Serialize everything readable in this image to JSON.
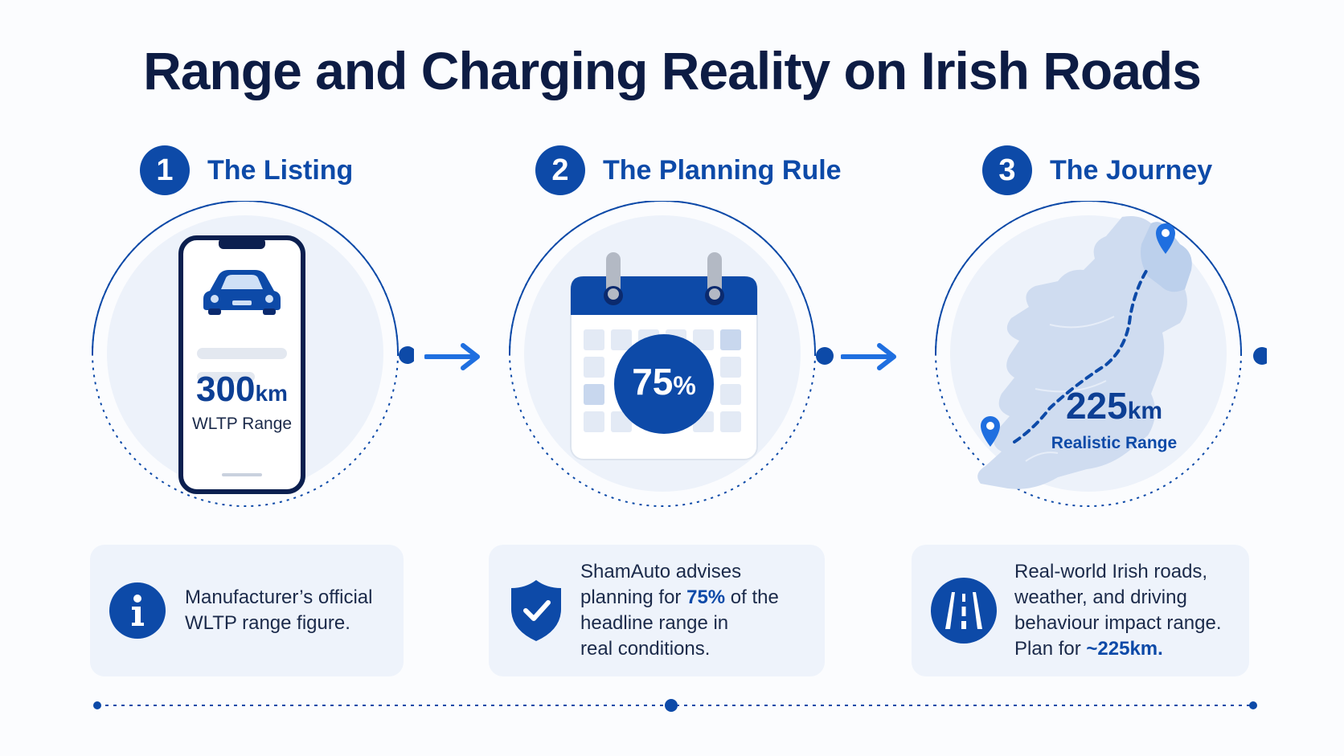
{
  "title": "Range and Charging Reality on Irish Roads",
  "steps": [
    {
      "number": "1",
      "title": "The Listing",
      "value": "300",
      "unit": "km",
      "value_label": "WLTP Range",
      "card_text": "Manufacturer’s official WLTP range figure."
    },
    {
      "number": "2",
      "title": "The Planning Rule",
      "value": "75",
      "unit": "%",
      "card_line1": "ShamAuto advises",
      "card_line2_pre": "planning for ",
      "card_line2_bold": "75%",
      "card_line2_post": " of the",
      "card_line3": "headline range in",
      "card_line4": "real conditions."
    },
    {
      "number": "3",
      "title": "The Journey",
      "value": "225",
      "unit": "km",
      "value_label": "Realistic Range",
      "card_line1": "Real-world Irish roads,",
      "card_line2": "weather, and driving",
      "card_line3": "behaviour impact range.",
      "card_line4_pre": "Plan for ",
      "card_line4_bold": "~225km."
    }
  ],
  "colors": {
    "primary": "#0d4aa8",
    "dark": "#0d1c44",
    "light_bg": "#eef3fb",
    "circle_bg": "#e9f0fa"
  }
}
